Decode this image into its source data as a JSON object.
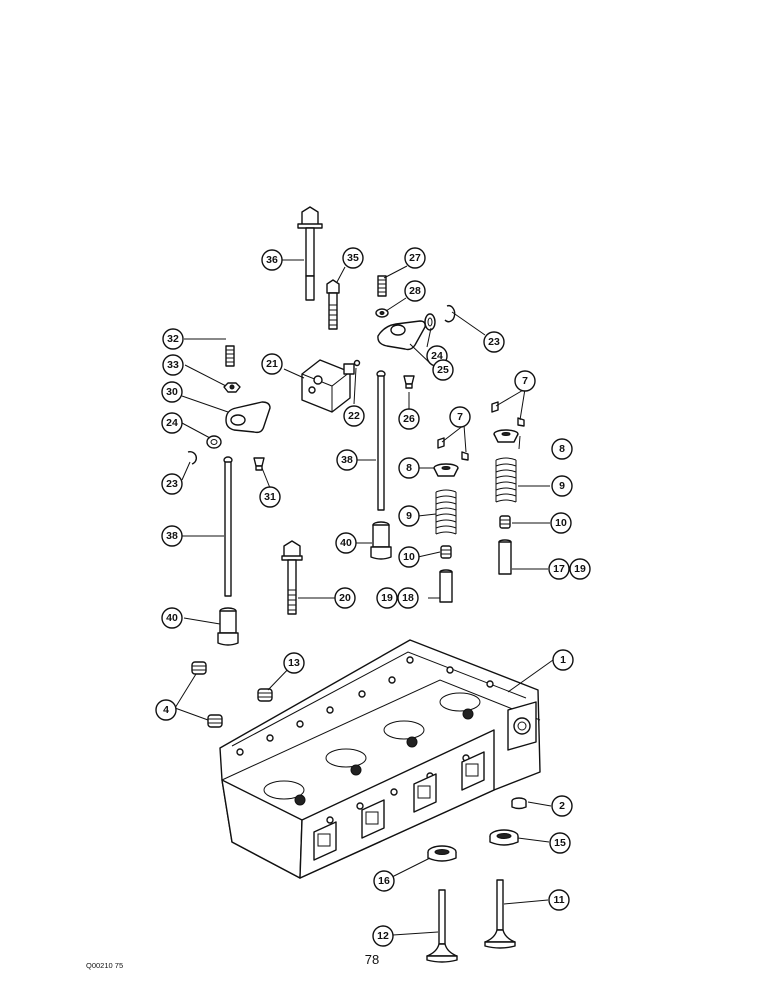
{
  "diagram": {
    "callouts": [
      "36",
      "35",
      "27",
      "28",
      "23",
      "24",
      "25",
      "32",
      "33",
      "21",
      "30",
      "22",
      "26",
      "7",
      "24",
      "23",
      "31",
      "7",
      "8",
      "38",
      "8",
      "9",
      "9",
      "10",
      "38",
      "40",
      "10",
      "17",
      "19",
      "20",
      "19",
      "18",
      "40",
      "13",
      "1",
      "4",
      "2",
      "15",
      "16",
      "11",
      "12"
    ]
  },
  "footer": {
    "page_number": "78",
    "ref_code": "Q00210 75"
  }
}
